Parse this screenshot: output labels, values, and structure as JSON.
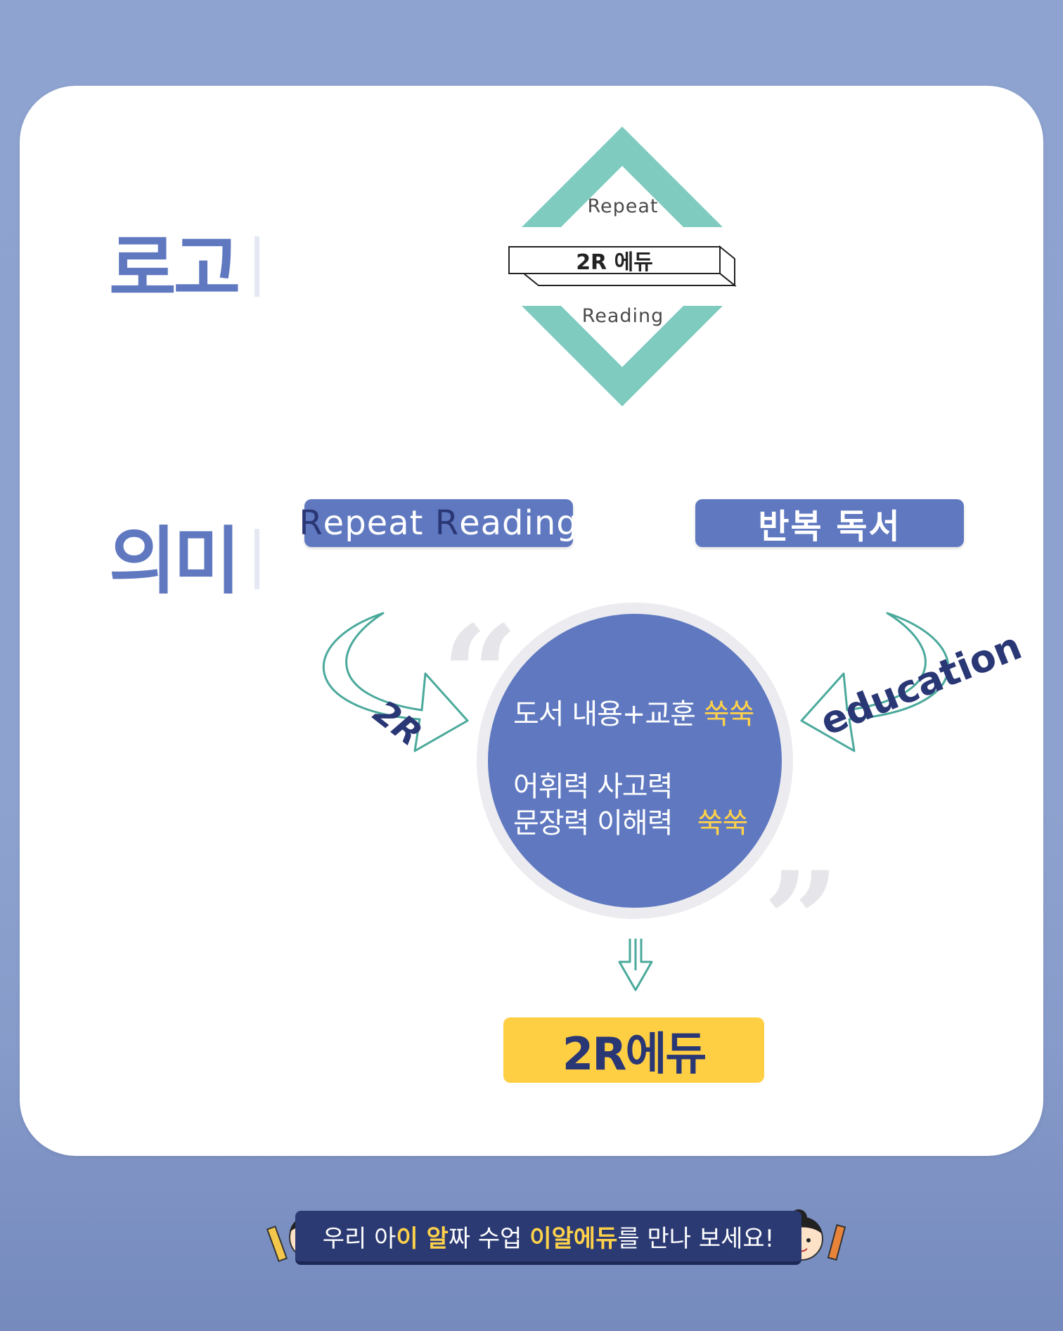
{
  "sections": {
    "logo_label": "로고",
    "meaning_label": "의미"
  },
  "logo": {
    "top_word": "Repeat",
    "center_word": "2R 에듀",
    "bottom_word": "Reading",
    "accent_color": "#7fcbc0"
  },
  "meaning": {
    "left_pill": {
      "initial_1": "R",
      "rest_1": "epeat ",
      "initial_2": "R",
      "rest_2": "eading"
    },
    "right_pill": "반복 독서",
    "left_arrow_label": "2R",
    "right_arrow_label": "education",
    "circle_lines": {
      "line1": "도서 내용+교훈",
      "line1_accent": "쑥쑥",
      "line2": "어휘력 사고력",
      "line3": "문장력 이해력",
      "line3_accent": "쑥쑥"
    },
    "result": "2R에듀"
  },
  "banner": {
    "part1": "우리 아",
    "hl1": "이 알",
    "part2": "짜 수업 ",
    "hl2": "이알에듀",
    "part3": "를 만나 보세요!"
  },
  "colors": {
    "background": "#8fa3d0",
    "primary": "#5f78c0",
    "navy": "#2a3775",
    "yellow": "#ffcf43",
    "teal": "#7fcbc0"
  }
}
